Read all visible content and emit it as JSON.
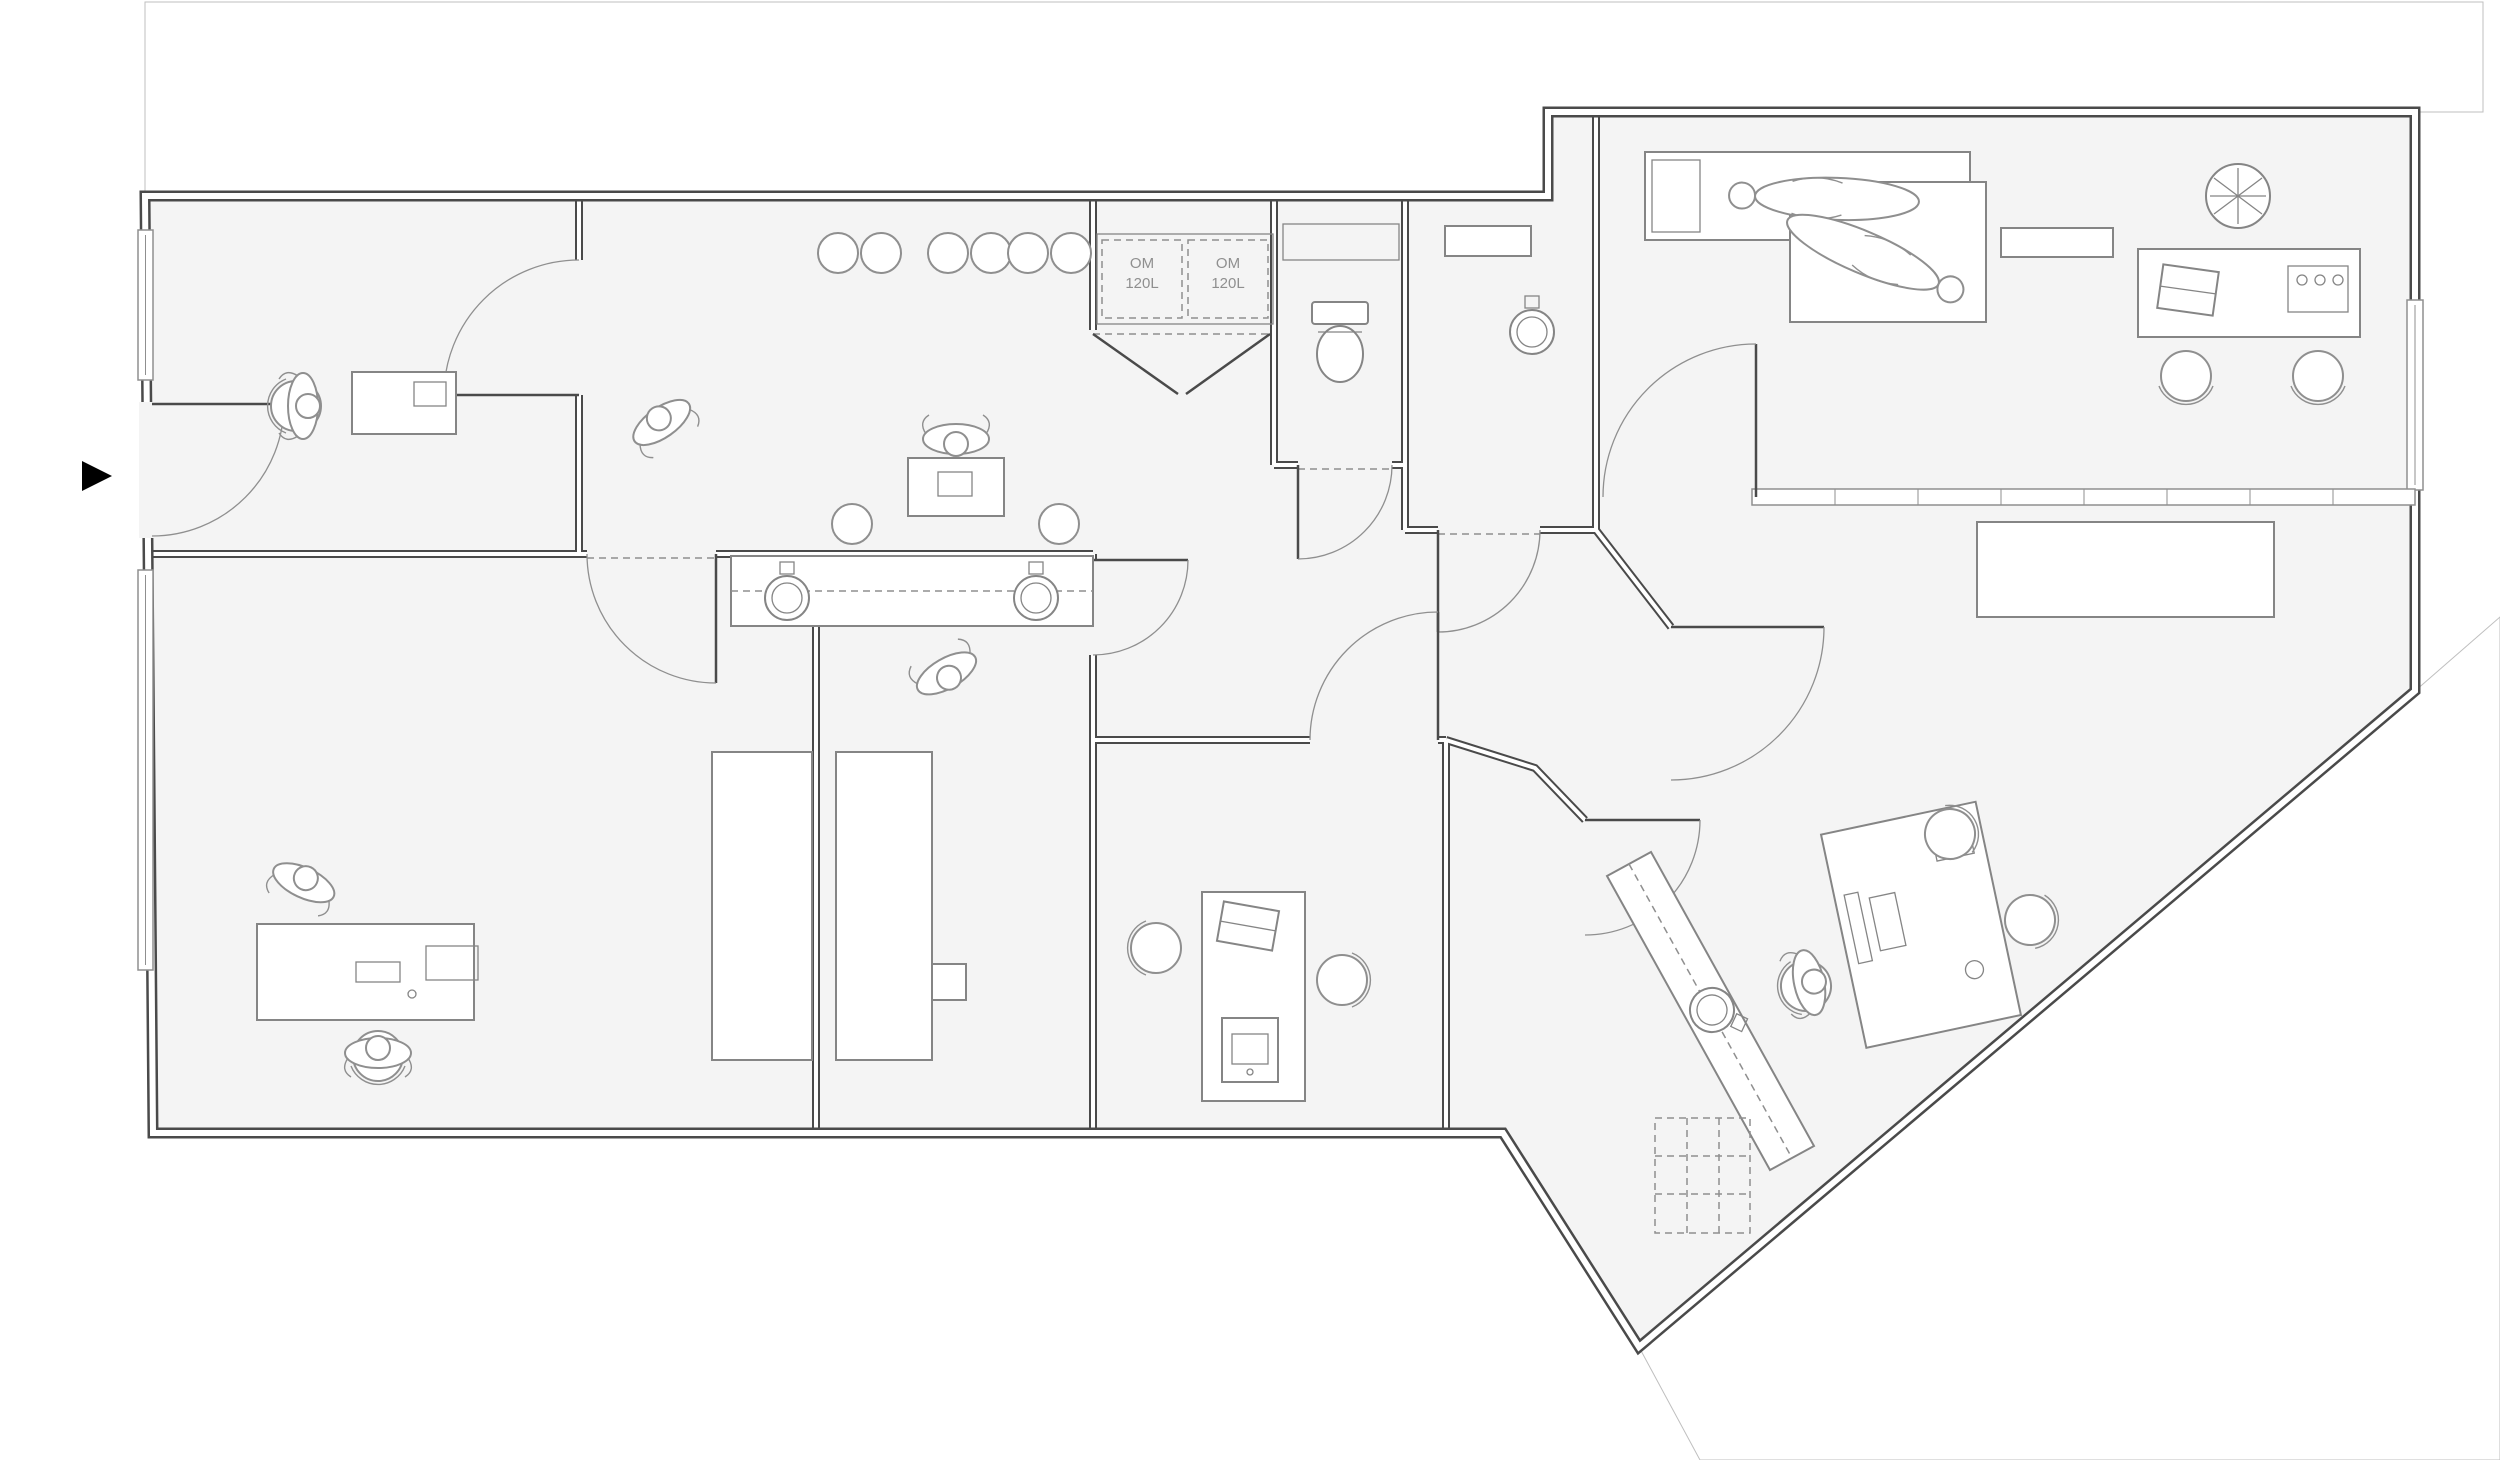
{
  "plan": {
    "waste_bins": [
      {
        "label_line1": "OM",
        "label_line2": "120L"
      },
      {
        "label_line1": "OM",
        "label_line2": "120L"
      }
    ],
    "colors": {
      "background": "#ffffff",
      "floor": "#f4f4f4",
      "wall": "#4a4a4a",
      "line": "#8f8f8f",
      "furniture": "#858585",
      "hatch": "#cccccc",
      "marker": "#000000"
    }
  }
}
